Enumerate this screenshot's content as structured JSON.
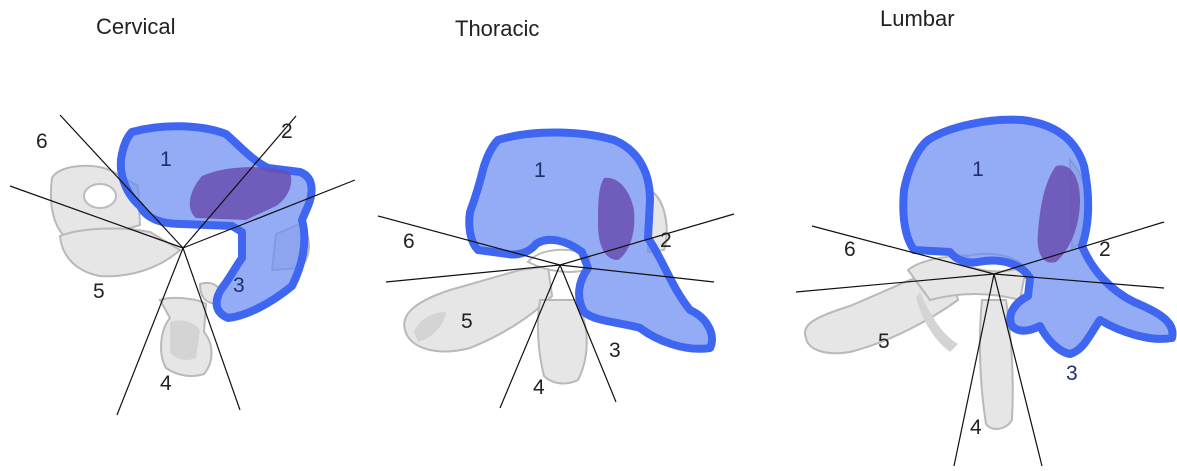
{
  "colors": {
    "zone_stroke": "#3f66f0",
    "zone_fill": "#6b8cf2",
    "zone_fill_opacity": 0.72,
    "inner_fill": "#6a4fb0",
    "bone": "#e6e6e6"
  },
  "panels": [
    {
      "title": "Cervical",
      "labels": [
        "1",
        "2",
        "3",
        "4",
        "5",
        "6"
      ]
    },
    {
      "title": "Thoracic",
      "labels": [
        "1",
        "2",
        "3",
        "4",
        "5",
        "6"
      ]
    },
    {
      "title": "Lumbar",
      "labels": [
        "1",
        "2",
        "3",
        "4",
        "5",
        "6"
      ]
    }
  ]
}
